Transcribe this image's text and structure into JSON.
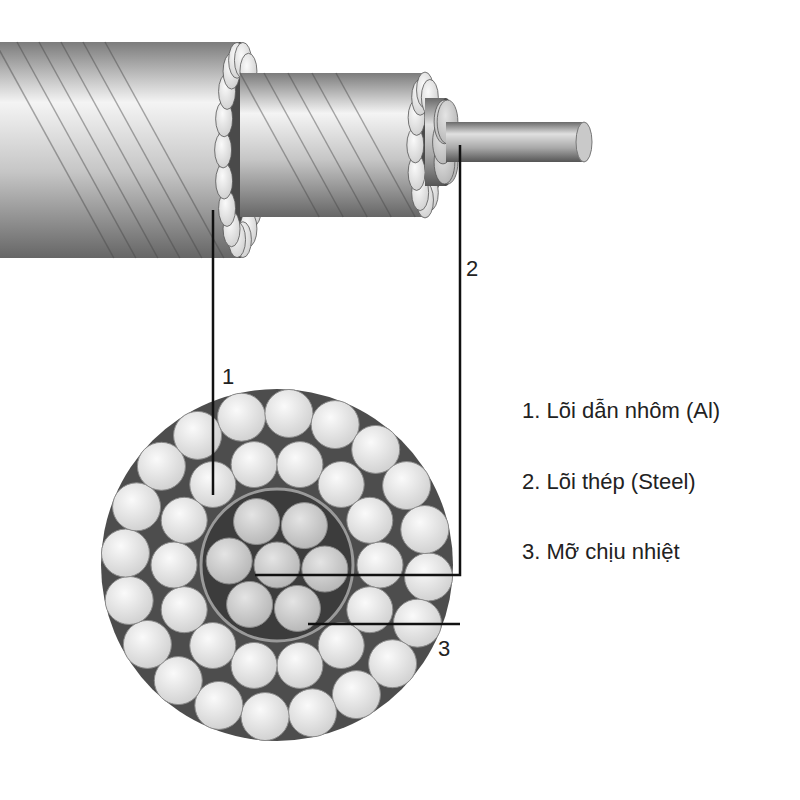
{
  "diagram": {
    "labels": [
      "1",
      "2",
      "3",
      "1. Lõi dẫn nhôm (Al)",
      "2. Lõi thép (Steel)",
      "3. Mỡ chịu nhiệt"
    ]
  }
}
